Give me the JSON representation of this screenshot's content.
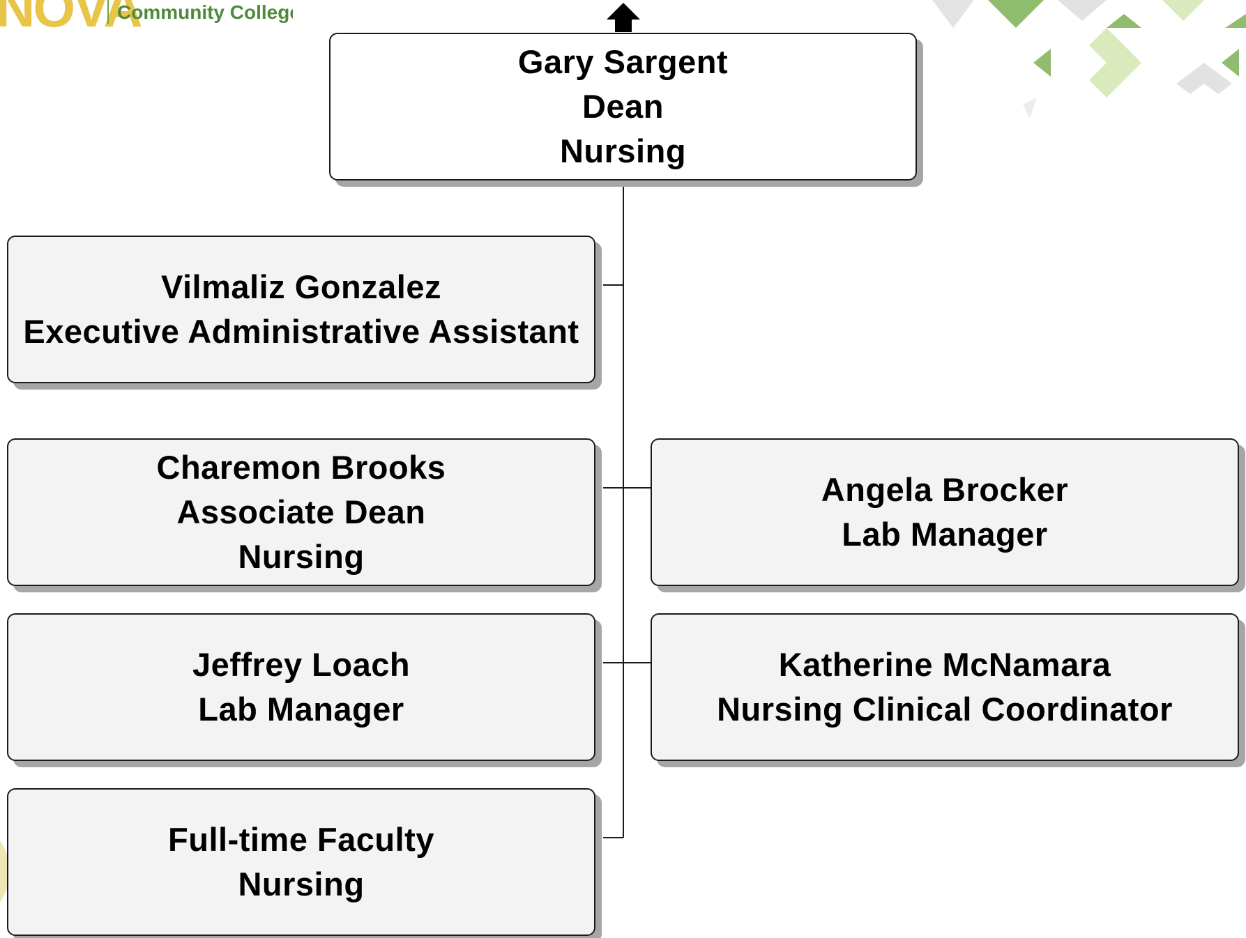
{
  "logo": {
    "mark": "NOVA",
    "name": "Community College"
  },
  "colors": {
    "box_border": "#1a1a1a",
    "box_fill": "#f3f3f3",
    "box_shadow": "#a6a6a6",
    "logo_gold": "#e8c547",
    "logo_green": "#4f8a3a",
    "deco_green": "#6aa640",
    "deco_gray": "#d9d9d9"
  },
  "org_chart": {
    "top": {
      "name": "Gary Sargent",
      "title": "Dean",
      "department": "Nursing"
    },
    "left_reports": [
      {
        "name": "Vilmaliz Gonzalez",
        "title": "Executive Administrative Assistant"
      },
      {
        "name": "Charemon Brooks",
        "title": "Associate Dean",
        "department": "Nursing"
      },
      {
        "name": "Jeffrey Loach",
        "title": "Lab Manager"
      },
      {
        "name": "Full-time Faculty",
        "title": "Nursing"
      }
    ],
    "right_reports": [
      {
        "name": "Angela Brocker",
        "title": "Lab Manager"
      },
      {
        "name": "Katherine McNamara",
        "title": "Nursing Clinical Coordinator"
      }
    ]
  }
}
